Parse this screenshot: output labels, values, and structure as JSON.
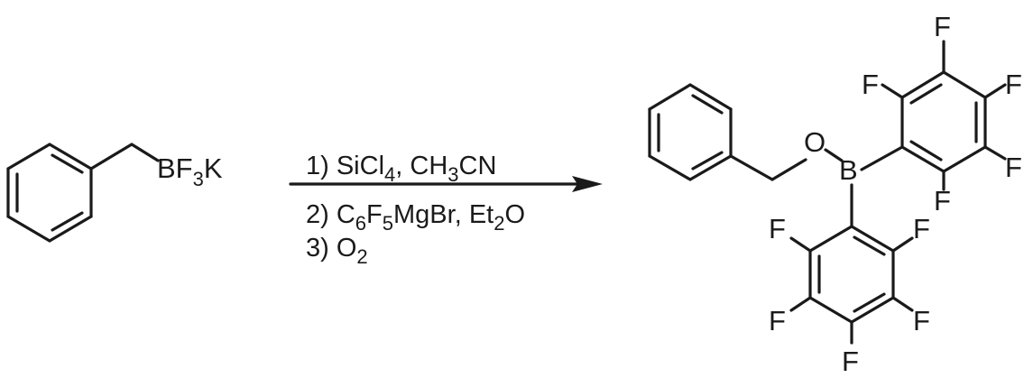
{
  "reactant": {
    "label_main": "BF",
    "label_sub": "3",
    "label_end": "K"
  },
  "conditions": {
    "step1": {
      "prefix": "1) SiCl",
      "sub1": "4",
      "mid": ", CH",
      "sub2": "3",
      "suffix": "CN"
    },
    "step2": {
      "prefix": "2) C",
      "sub1": "6",
      "mid1": "F",
      "sub2": "5",
      "mid2": "MgBr, Et",
      "sub3": "2",
      "suffix": "O"
    },
    "step3": {
      "prefix": "3) O",
      "sub1": "2"
    }
  },
  "product": {
    "oxygen": "O",
    "boron": "B",
    "fluorine": "F"
  },
  "colors": {
    "ink": "#1a1a1a",
    "background": "#ffffff"
  }
}
